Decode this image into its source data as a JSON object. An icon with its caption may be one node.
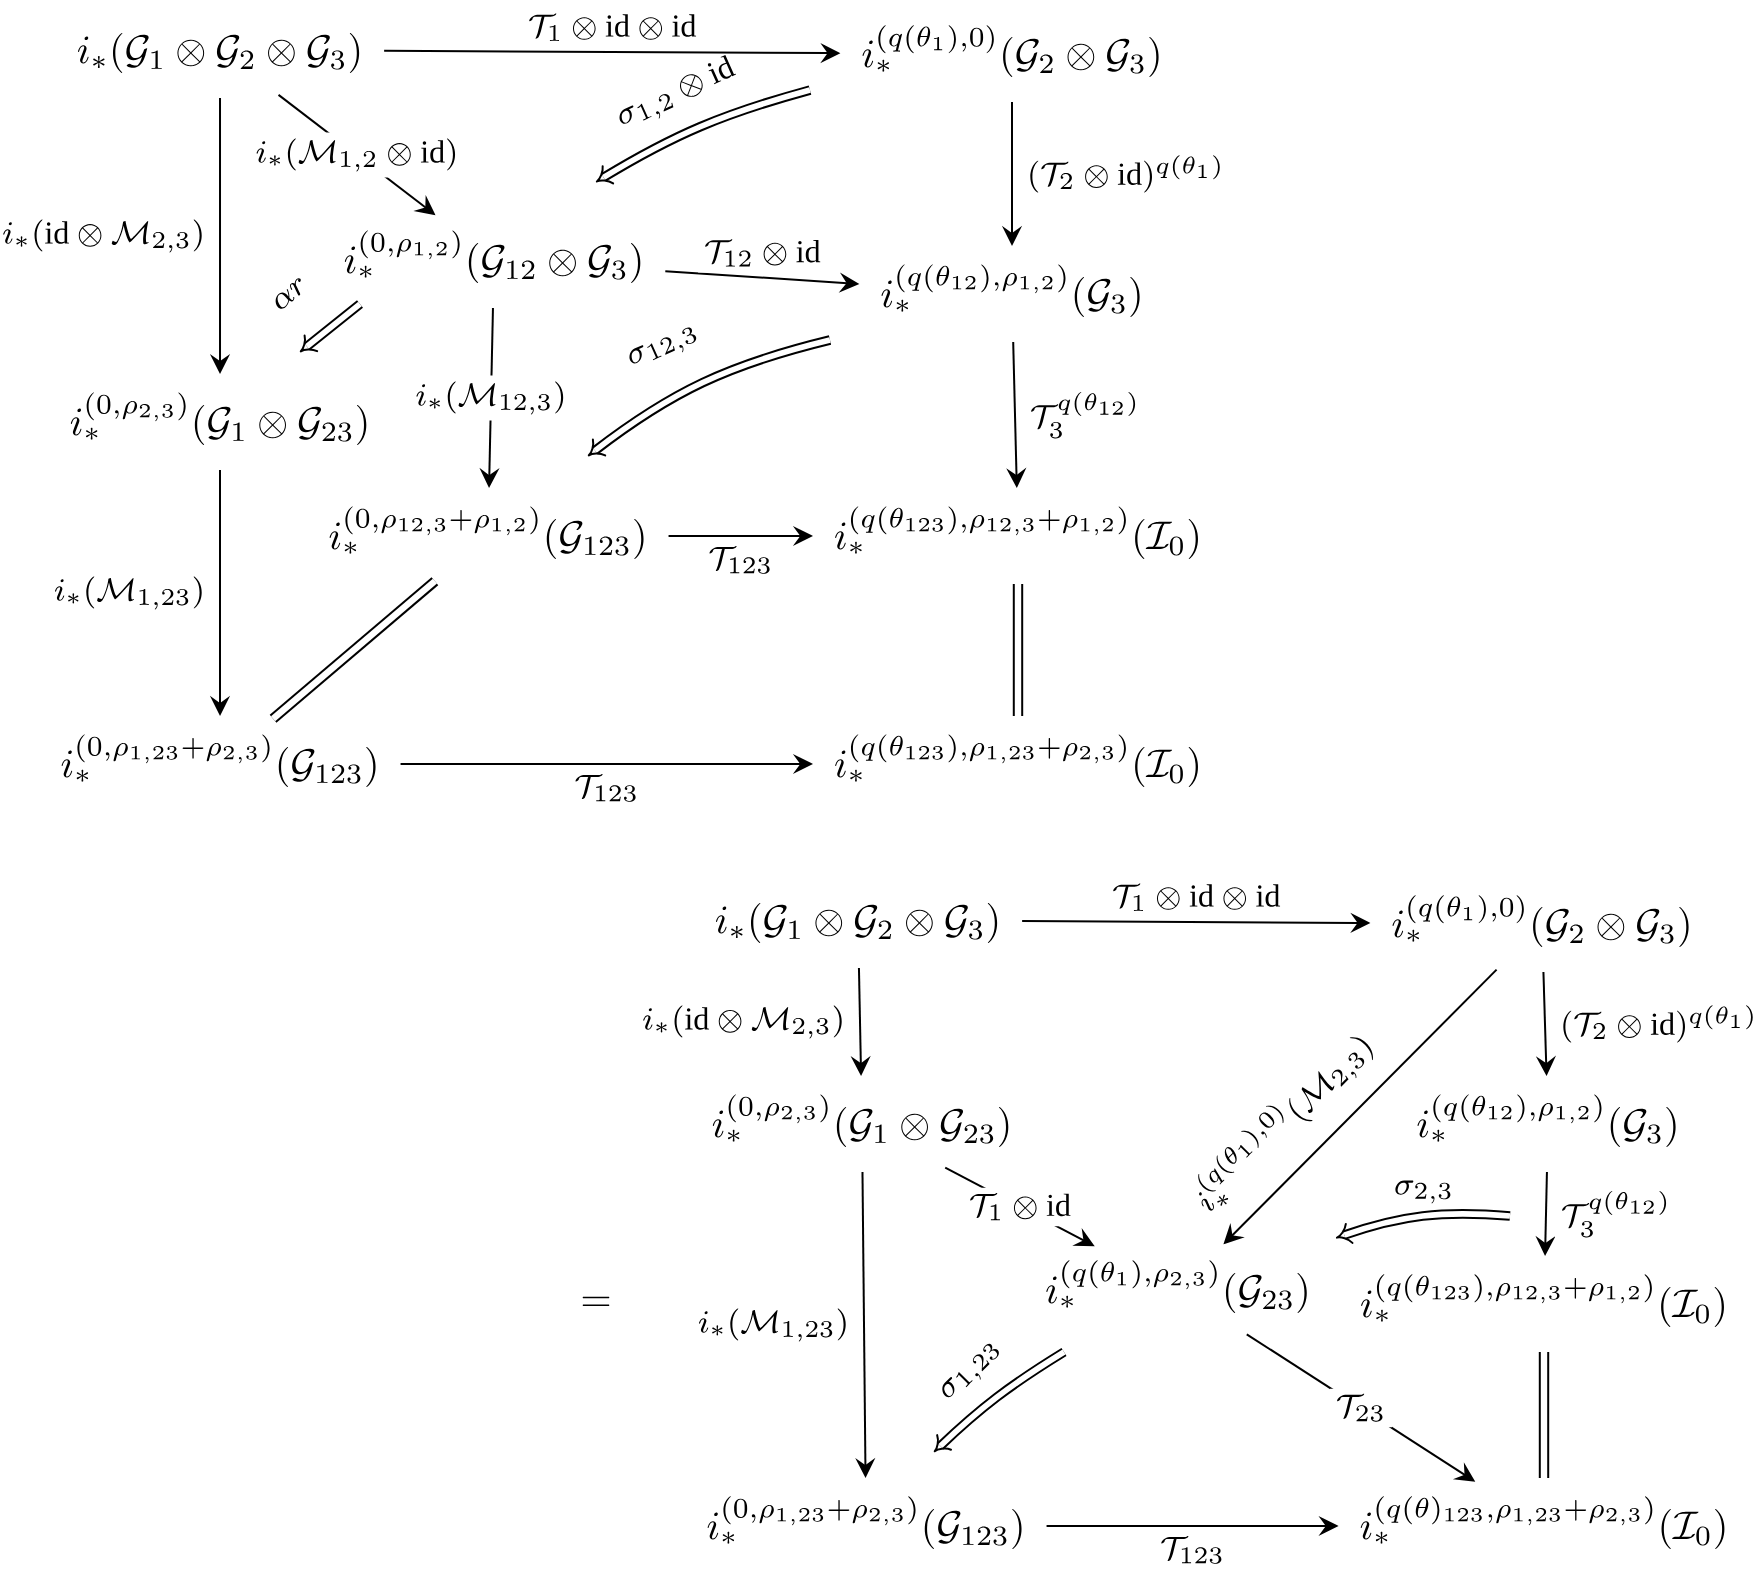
{
  "diagram": {
    "nodes": [
      {
        "text": [
          "i_*(\\mathcal{G}_1 \\otimes \\mathcal{G}_2 \\otimes \\mathcal{G}_3)"
        ]
      },
      {
        "text": [
          "i_*^{(q(\\theta_1),0)}(\\mathcal{G}_2 \\otimes \\mathcal{G}_3)"
        ]
      },
      {
        "text": [
          "i_*^{(0,\\rho_{1,2})}(\\mathcal{G}_{12} \\otimes \\mathcal{G}_3)"
        ]
      },
      {
        "text": [
          "i_*^{(q(\\theta_{12}),\\rho_{1,2})}(\\mathcal{G}_3)"
        ]
      },
      {
        "text": [
          "i_*^{(0,\\rho_{2,3})}(\\mathcal{G}_1 \\otimes \\mathcal{G}_{23})"
        ]
      },
      {
        "text": [
          "i_*^{(0,\\rho_{12,3}+\\rho_{1,2})}(\\mathcal{G}_{123})"
        ]
      },
      {
        "text": [
          "i_*^{(q(\\theta_{123}),\\rho_{12,3}+\\rho_{1,2})}(\\mathcal{I}_0)"
        ]
      },
      {
        "text": [
          "i_*^{(0,\\rho_{1,23}+\\rho_{2,3})}(\\mathcal{G}_{123})"
        ]
      },
      {
        "text": [
          "i_*^{(q(\\theta_{123}),\\rho_{1,23}+\\rho_{2,3})}(\\mathcal{I}_0)"
        ]
      },
      {
        "text": [
          "i_*(\\mathcal{G}_1 \\otimes \\mathcal{G}_2 \\otimes \\mathcal{G}_3)"
        ]
      },
      {
        "text": [
          "i_*^{(q(\\theta_1),0)}(\\mathcal{G}_2 \\otimes \\mathcal{G}_3)"
        ]
      },
      {
        "text": [
          "i_*^{(0,\\rho_{2,3})}(\\mathcal{G}_1 \\otimes \\mathcal{G}_{23})"
        ]
      },
      {
        "text": [
          "i_*^{(q(\\theta_{12}),\\rho_{1,2})}(\\mathcal{G}_3)"
        ]
      },
      {
        "text": [
          "i_*^{(q(\\theta_1),\\rho_{2,3})}(\\mathcal{G}_{23})"
        ]
      },
      {
        "text": [
          "i_*^{(q(\\theta_{123}),\\rho_{12,3}+\\rho_{1,2})}(\\mathcal{I}_0)"
        ]
      },
      {
        "text": [
          "i_*^{(0,\\rho_{1,23}+\\rho_{2,3})}(\\mathcal{G}_{123})"
        ]
      },
      {
        "text": [
          "i_*^{(q(\\theta)_{123},\\rho_{1,23}+\\rho_{2,3})}(\\mathcal{I}_0)"
        ]
      }
    ],
    "edges": [
      {
        "from": 0,
        "to": 1,
        "arrow": "to",
        "label": "\\mathcal{T}_1 \\otimes \\mathrm{id} \\otimes \\mathrm{id}"
      },
      {
        "from": 0,
        "to": 2,
        "arrow": "to",
        "label": "i_*(\\mathcal{M}_{1,2} \\otimes \\mathrm{id})"
      },
      {
        "from": 0,
        "to": 4,
        "arrow": "to",
        "label": "i_*(\\mathrm{id} \\otimes \\mathcal{M}_{2,3})"
      },
      {
        "from": 1,
        "to": 3,
        "arrow": "to",
        "label": "(\\mathcal{T}_2 \\otimes \\mathrm{id})^{q(\\theta_1)}"
      },
      {
        "from": 2,
        "to": 3,
        "arrow": "to",
        "label": "\\mathcal{T}_{12} \\otimes \\mathrm{id}"
      },
      {
        "from": 2,
        "to": 5,
        "arrow": "to",
        "label": "i_*(\\mathcal{M}_{12,3})"
      },
      {
        "from": 3,
        "to": 6,
        "arrow": "to",
        "label": "\\mathcal{T}_3^{q(\\theta_{12})}"
      },
      {
        "from": 4,
        "to": 7,
        "arrow": "to",
        "label": "i_*(\\mathcal{M}_{1,23})"
      },
      {
        "from": 5,
        "to": 6,
        "arrow": "to",
        "label": "\\mathcal{T}_{123}"
      },
      {
        "from": 5,
        "to": 7,
        "arrow": "none",
        "style": "thick"
      },
      {
        "from": 6,
        "to": 8,
        "arrow": "none",
        "style": "thick"
      },
      {
        "from": 7,
        "to": 8,
        "arrow": "to",
        "label": "\\mathcal{T}_{123}"
      },
      {
        "from": 9,
        "to": 10,
        "arrow": "to",
        "label": "\\mathcal{T}_1 \\otimes \\mathrm{id} \\otimes \\mathrm{id}"
      },
      {
        "from": 9,
        "to": 11,
        "arrow": "to",
        "label": "i_*(\\mathrm{id} \\otimes \\mathcal{M}_{2,3})"
      },
      {
        "from": 10,
        "to": 12,
        "arrow": "to",
        "label": "(\\mathcal{T}_2 \\otimes \\mathrm{id})^{q(\\theta_1)}"
      },
      {
        "from": 10,
        "to": 13,
        "arrow": "to",
        "label": "i_*^{(q(\\theta_1),0)}(\\mathcal{M}_{2,3})"
      },
      {
        "from": 11,
        "to": 13,
        "arrow": "to",
        "label": "\\mathcal{T}_1 \\otimes \\mathrm{id}"
      },
      {
        "from": 11,
        "to": 15,
        "arrow": "to",
        "label": "i_*(\\mathcal{M}_{1,23})"
      },
      {
        "from": 12,
        "to": 14,
        "arrow": "to",
        "label": "\\mathcal{T}_3^{q(\\theta_{12})}"
      },
      {
        "from": 13,
        "to": 16,
        "arrow": "to",
        "label": "\\mathcal{T}_{23}"
      },
      {
        "from": 14,
        "to": 16,
        "arrow": "none",
        "style": "thick"
      },
      {
        "from": 15,
        "to": 16,
        "arrow": "to",
        "label": "\\mathcal{T}_{123}"
      }
    ],
    "labels": [
      "\\sigma_{1,2} \\otimes \\mathrm{id}",
      "\\alpha r",
      "\\sigma_{12,3}",
      "\\sigma_{2,3}",
      "=",
      "\\sigma_{1,23}"
    ]
  }
}
